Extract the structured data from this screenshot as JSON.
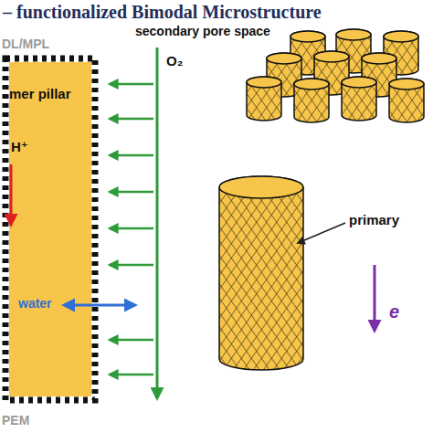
{
  "diagram": {
    "title": "– functionalized Bimodal Microstructure",
    "nodes": [
      {
        "text": [
          "mer pillar",
          "H⁺",
          "water"
        ]
      }
    ],
    "labels": [
      "DL/MPL",
      "PEM",
      "secondary pore space",
      "O₂",
      "primary",
      "e"
    ]
  }
}
